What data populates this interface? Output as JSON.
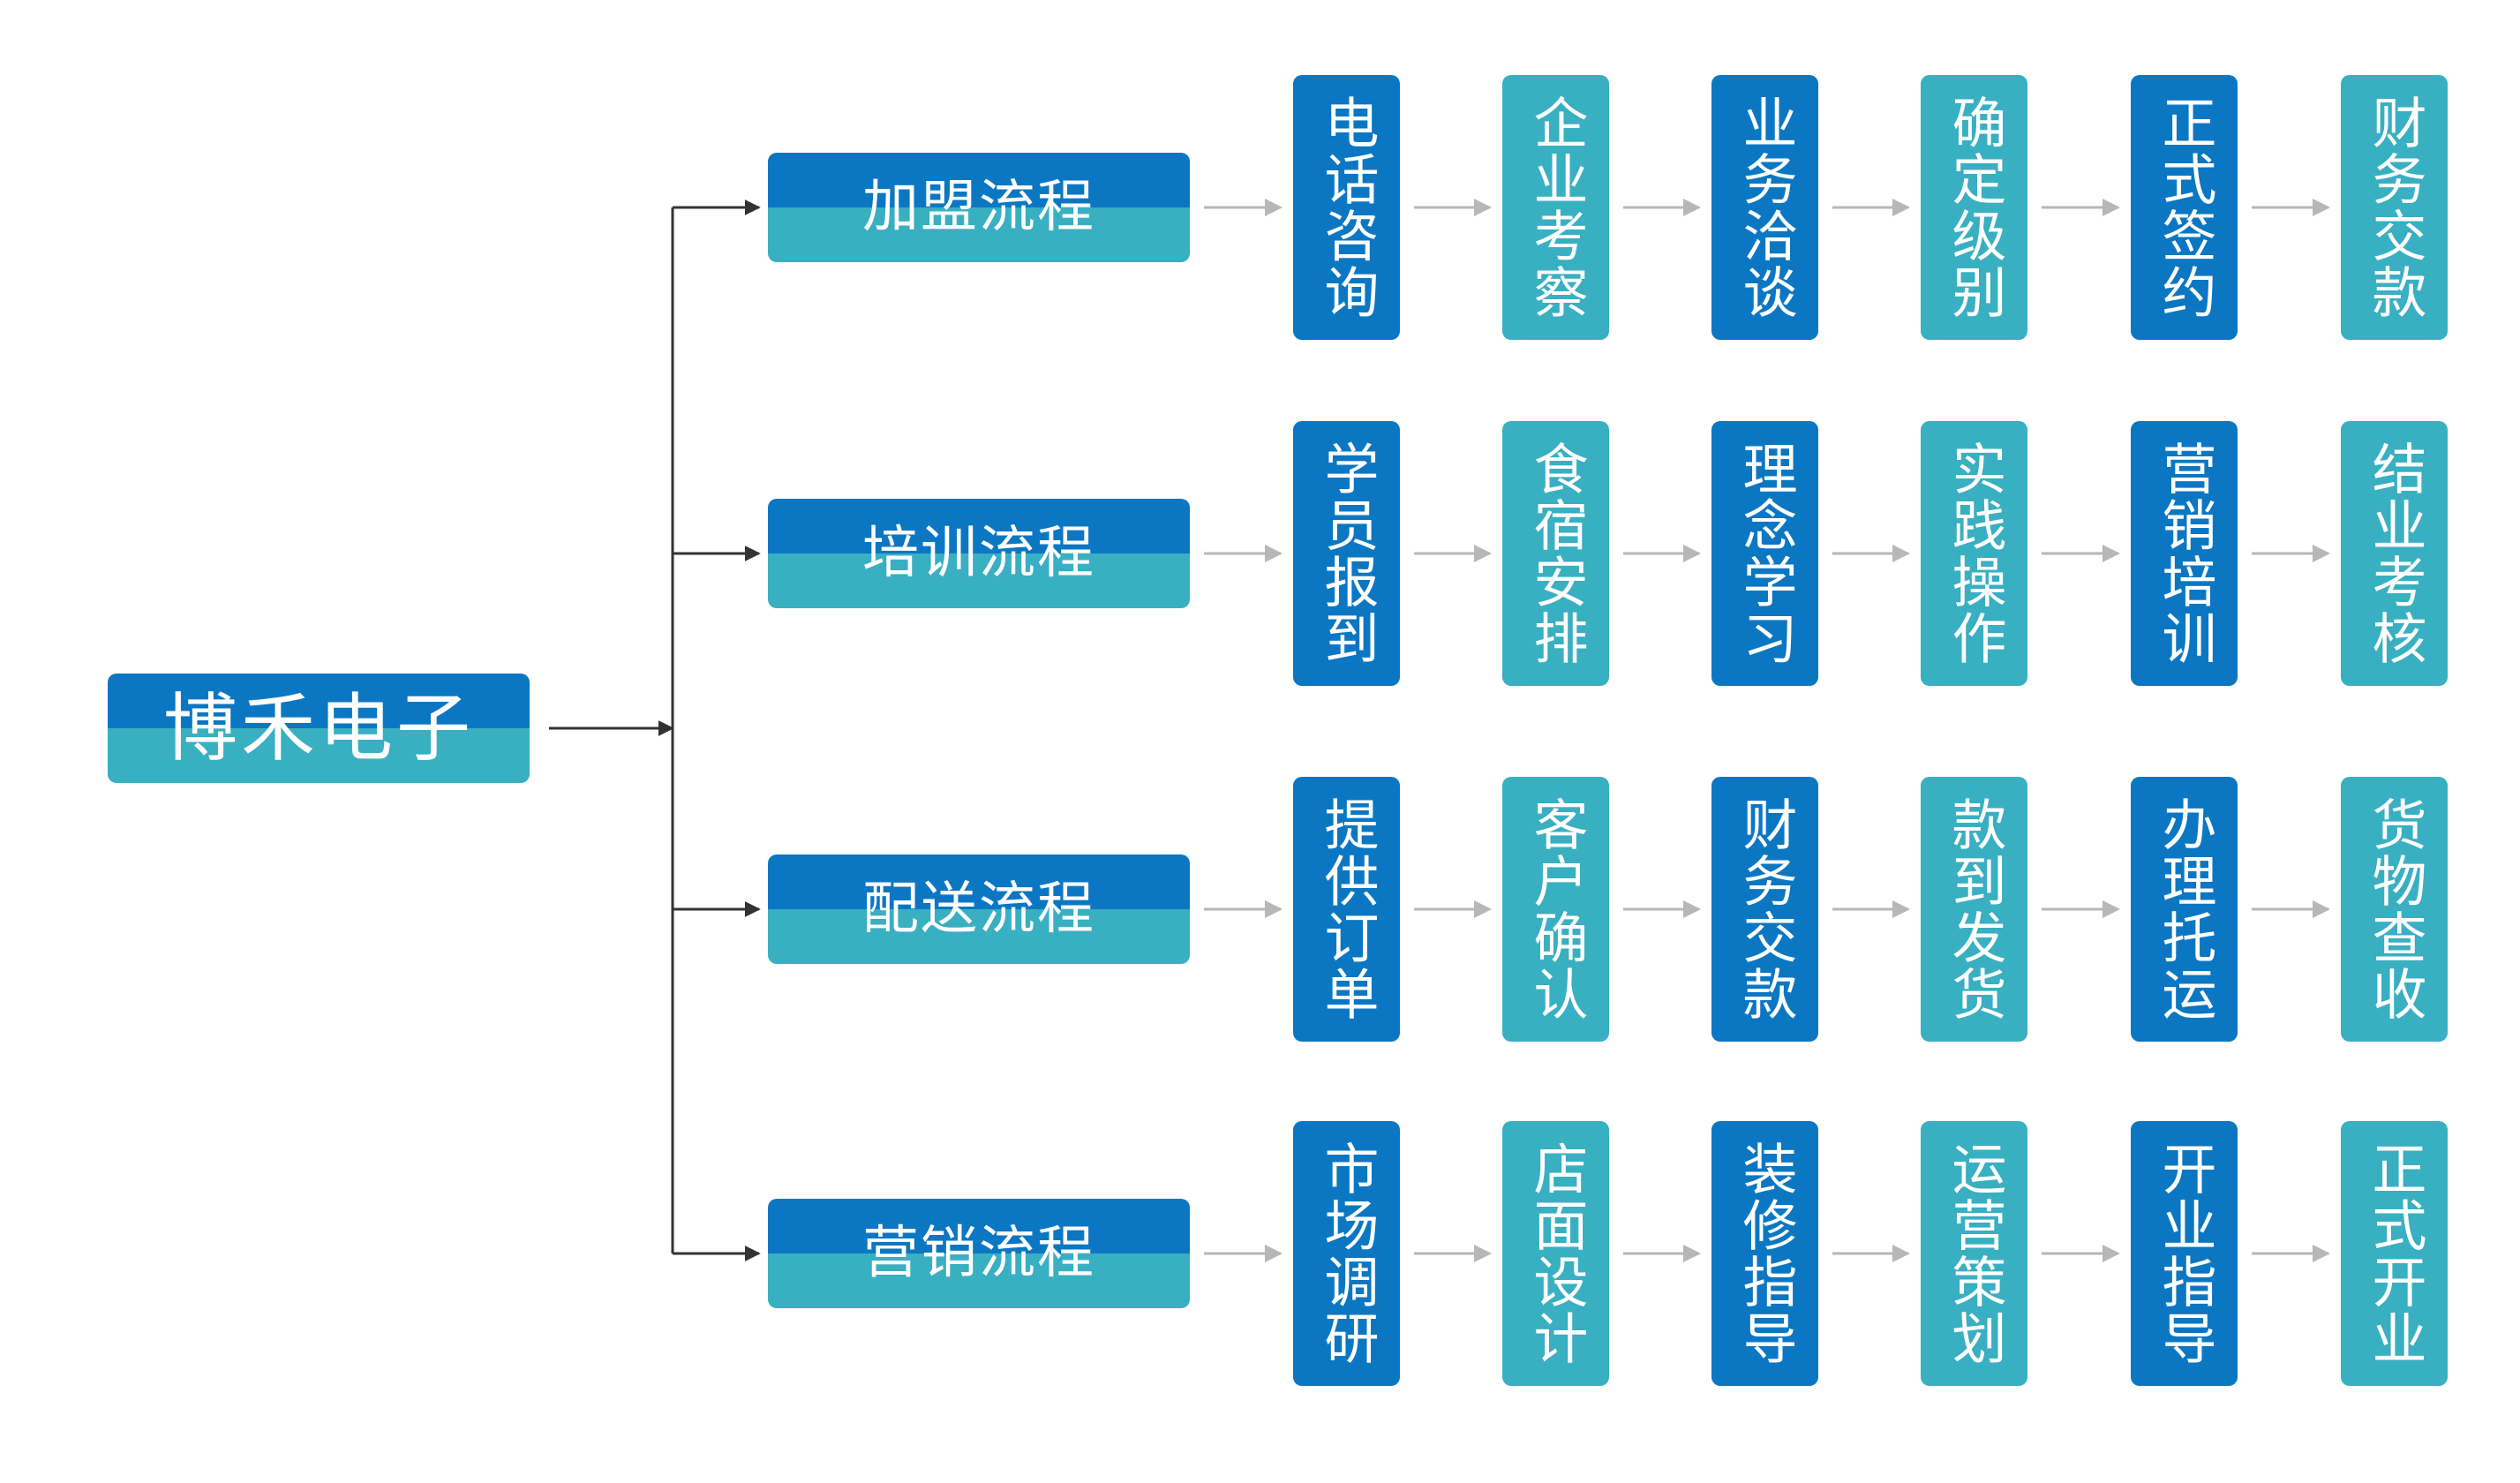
{
  "root": {
    "label": "博禾电子"
  },
  "colors": {
    "dark": "#0b77c3",
    "light": "#39afc2",
    "connector": "#333333",
    "arrow_gray": "#b7b7b7"
  },
  "rows": [
    {
      "category": "加盟流程",
      "steps": [
        "电话咨询",
        "企业考察",
        "业务洽谈",
        "确定级别",
        "正式签约",
        "财务交款"
      ]
    },
    {
      "category": "培训流程",
      "steps": [
        "学员报到",
        "食宿安排",
        "理念学习",
        "实践操作",
        "营销培训",
        "结业考核"
      ]
    },
    {
      "category": "配送流程",
      "steps": [
        "提供订单",
        "客户确认",
        "财务交款",
        "款到发货",
        "办理托运",
        "货物查收"
      ]
    },
    {
      "category": "营销流程",
      "steps": [
        "市场调研",
        "店面设计",
        "装修指导",
        "运营策划",
        "开业指导",
        "正式开业"
      ]
    }
  ]
}
